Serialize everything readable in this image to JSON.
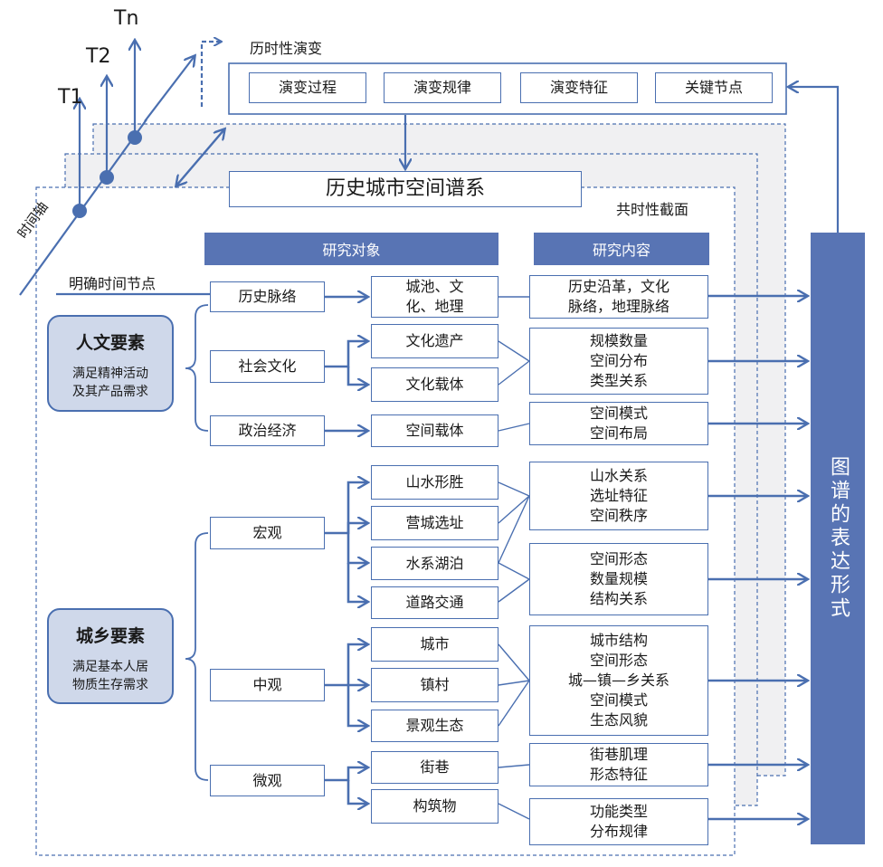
{
  "time": {
    "t1": "T1",
    "t2": "T2",
    "tn": "Tn",
    "axis_label": "时间轴",
    "node_label": "明确时间节点"
  },
  "diachronic": {
    "title": "历时性演变",
    "items": [
      "演变过程",
      "演变规律",
      "演变特征",
      "关键节点"
    ]
  },
  "spectrum_title": "历史城市空间谱系",
  "synchronic_title": "共时性截面",
  "headers": {
    "objects": "研究对象",
    "content": "研究内容"
  },
  "elements": {
    "humanities": {
      "title": "人文要素",
      "subtitle": "满足精神活动\n及其产品需求"
    },
    "urban_rural": {
      "title": "城乡要素",
      "subtitle": "满足基本人居\n物质生存需求"
    }
  },
  "categories": [
    "历史脉络",
    "社会文化",
    "政治经济",
    "宏观",
    "中观",
    "微观"
  ],
  "objects": [
    "城池、文\n化、地理",
    "文化遗产",
    "文化载体",
    "空间载体",
    "山水形胜",
    "营城选址",
    "水系湖泊",
    "道路交通",
    "城市",
    "镇村",
    "景观生态",
    "街巷",
    "构筑物"
  ],
  "contents": [
    "历史沿革，文化\n脉络，地理脉络",
    "规模数量\n空间分布\n类型关系",
    "空间模式\n空间布局",
    "山水关系\n选址特征\n空间秩序",
    "空间形态\n数量规模\n结构关系",
    "城市结构\n空间形态\n城—镇—乡关系\n空间模式\n生态风貌",
    "街巷肌理\n形态特征",
    "功能类型\n分布规律"
  ],
  "expression": "图谱的表达形式",
  "colors": {
    "accent": "#4a6fb0",
    "header": "#5874b4",
    "element_fill": "#cfd8ea",
    "panel": "#f0f0f2"
  }
}
